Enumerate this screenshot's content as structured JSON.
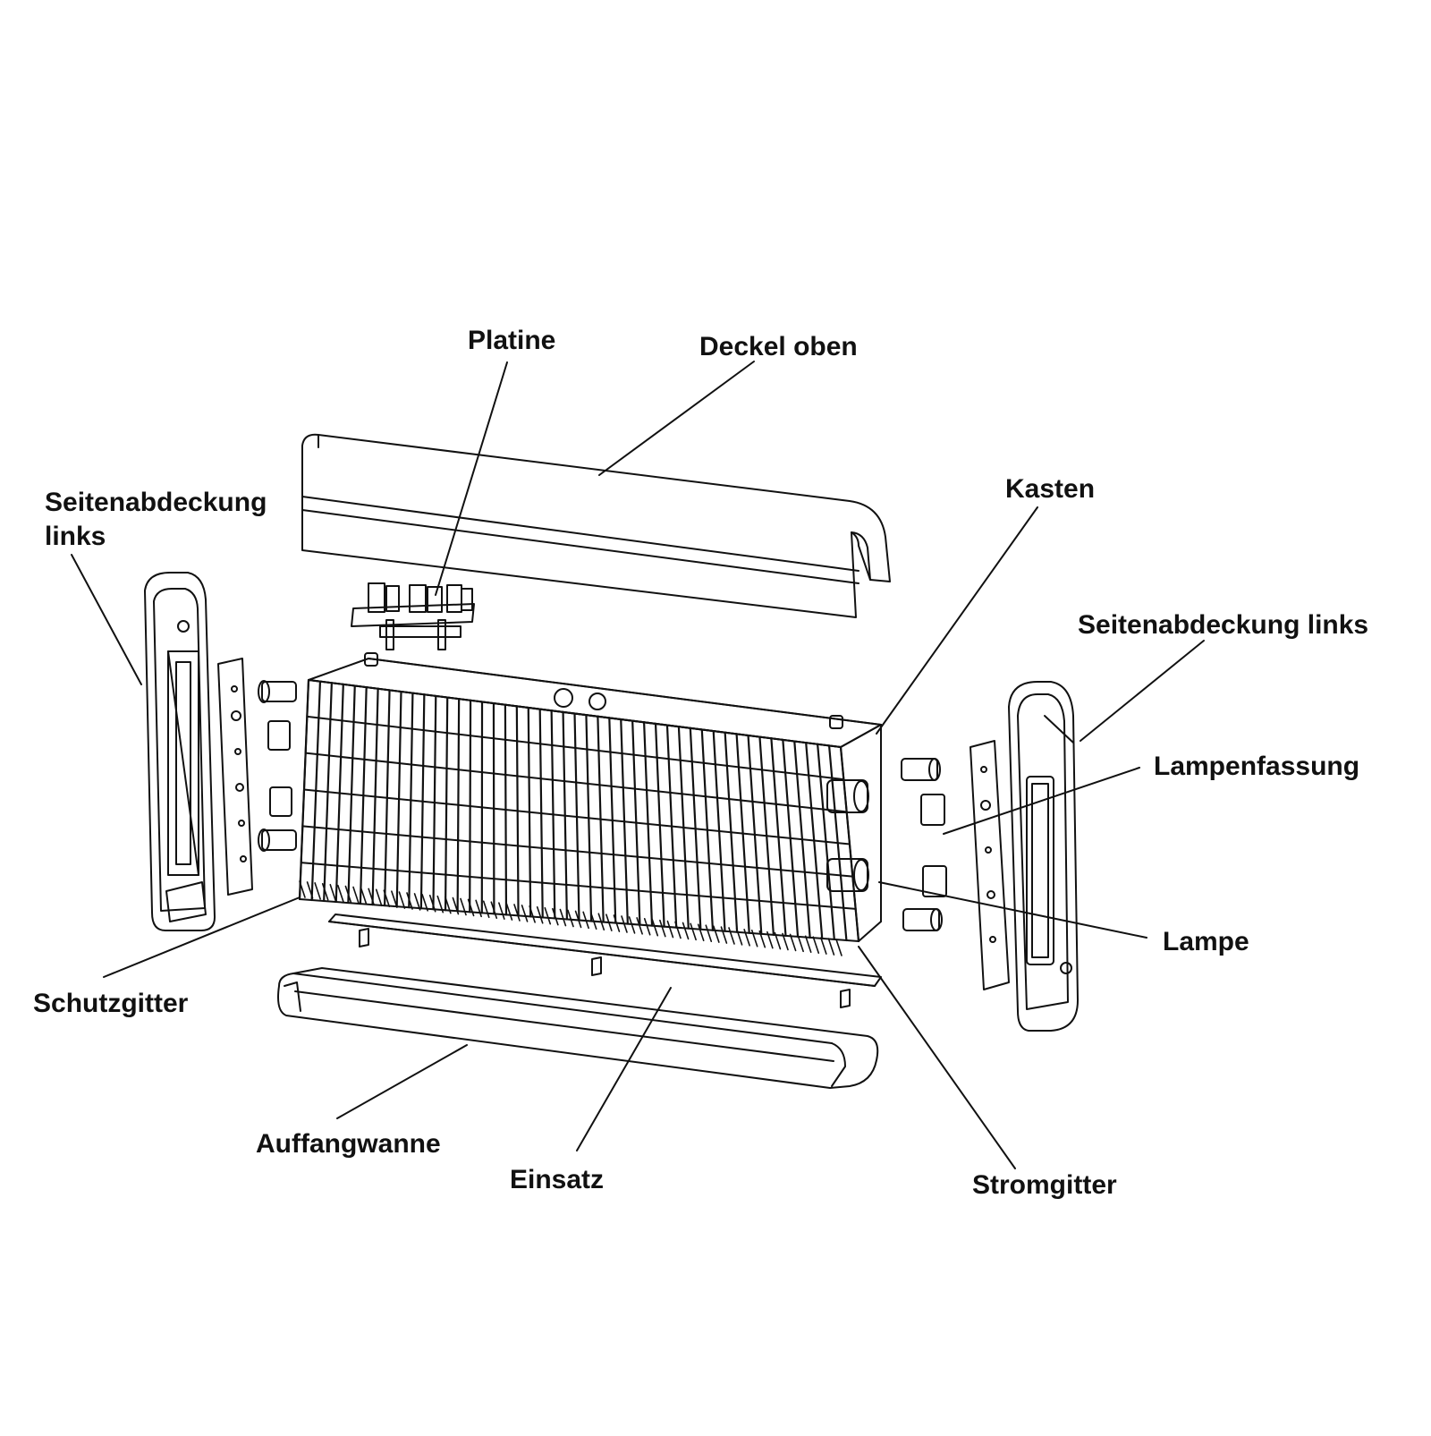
{
  "labels": {
    "platine": "Platine",
    "deckel_oben": "Deckel oben",
    "kasten": "Kasten",
    "seitenabdeckung_links_left_line1": "Seitenabdeckung",
    "seitenabdeckung_links_left_line2": "links",
    "seitenabdeckung_links_right": "Seitenabdeckung links",
    "lampenfassung": "Lampenfassung",
    "lampe": "Lampe",
    "schutzgitter": "Schutzgitter",
    "auffangwanne": "Auffangwanne",
    "einsatz": "Einsatz",
    "stromgitter": "Stromgitter"
  },
  "colors": {
    "ink": "#111111",
    "background": "#ffffff"
  }
}
